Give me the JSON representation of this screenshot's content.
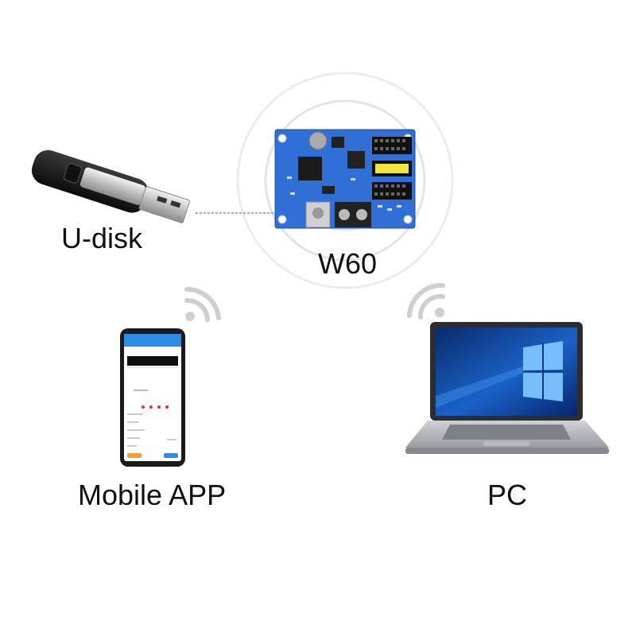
{
  "labels": {
    "udisk": "U-disk",
    "board": "W60",
    "mobile": "Mobile APP",
    "pc": "PC"
  },
  "icons": {
    "udisk": "usb-flash-drive-icon",
    "board": "led-controller-board-icon",
    "phone": "smartphone-icon",
    "laptop": "laptop-icon",
    "wifi": "wifi-signal-icon"
  },
  "colors": {
    "board": "#2f6fd6",
    "ring": "#e3e3e3",
    "label": "#111111",
    "wifi": "#cfcfcf"
  }
}
